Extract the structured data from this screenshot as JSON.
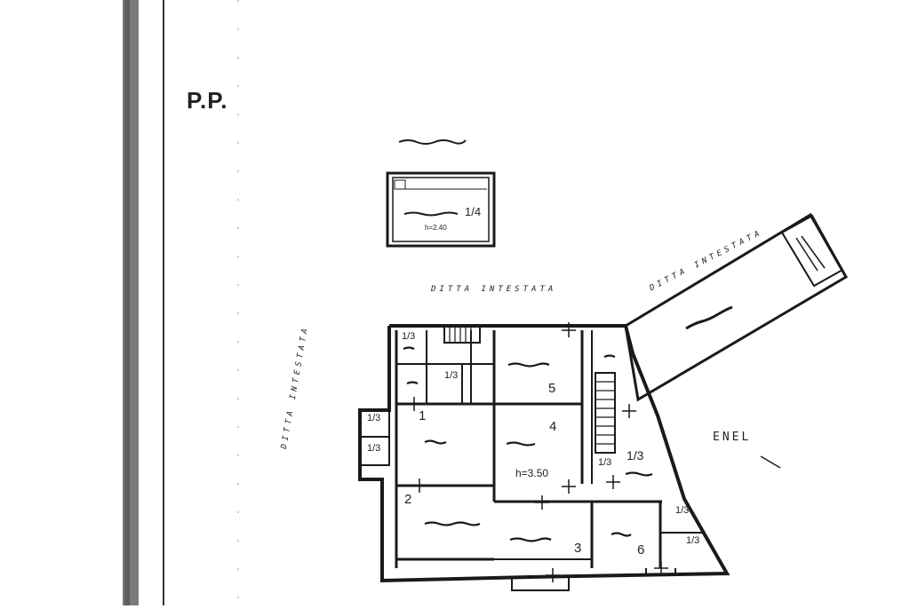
{
  "drawing": {
    "floor_label": "P.P.",
    "neighbor_label": "DITTA INTESTATA",
    "utility_label": "ENEL",
    "floor_height": "h=3.50",
    "attic_height": "h=2.40",
    "attic_fraction": "1/4",
    "room_numbers": [
      "1",
      "2",
      "3",
      "4",
      "5",
      "6"
    ],
    "fraction_label": "1/3",
    "stroke_color": "#1a1a1a"
  }
}
